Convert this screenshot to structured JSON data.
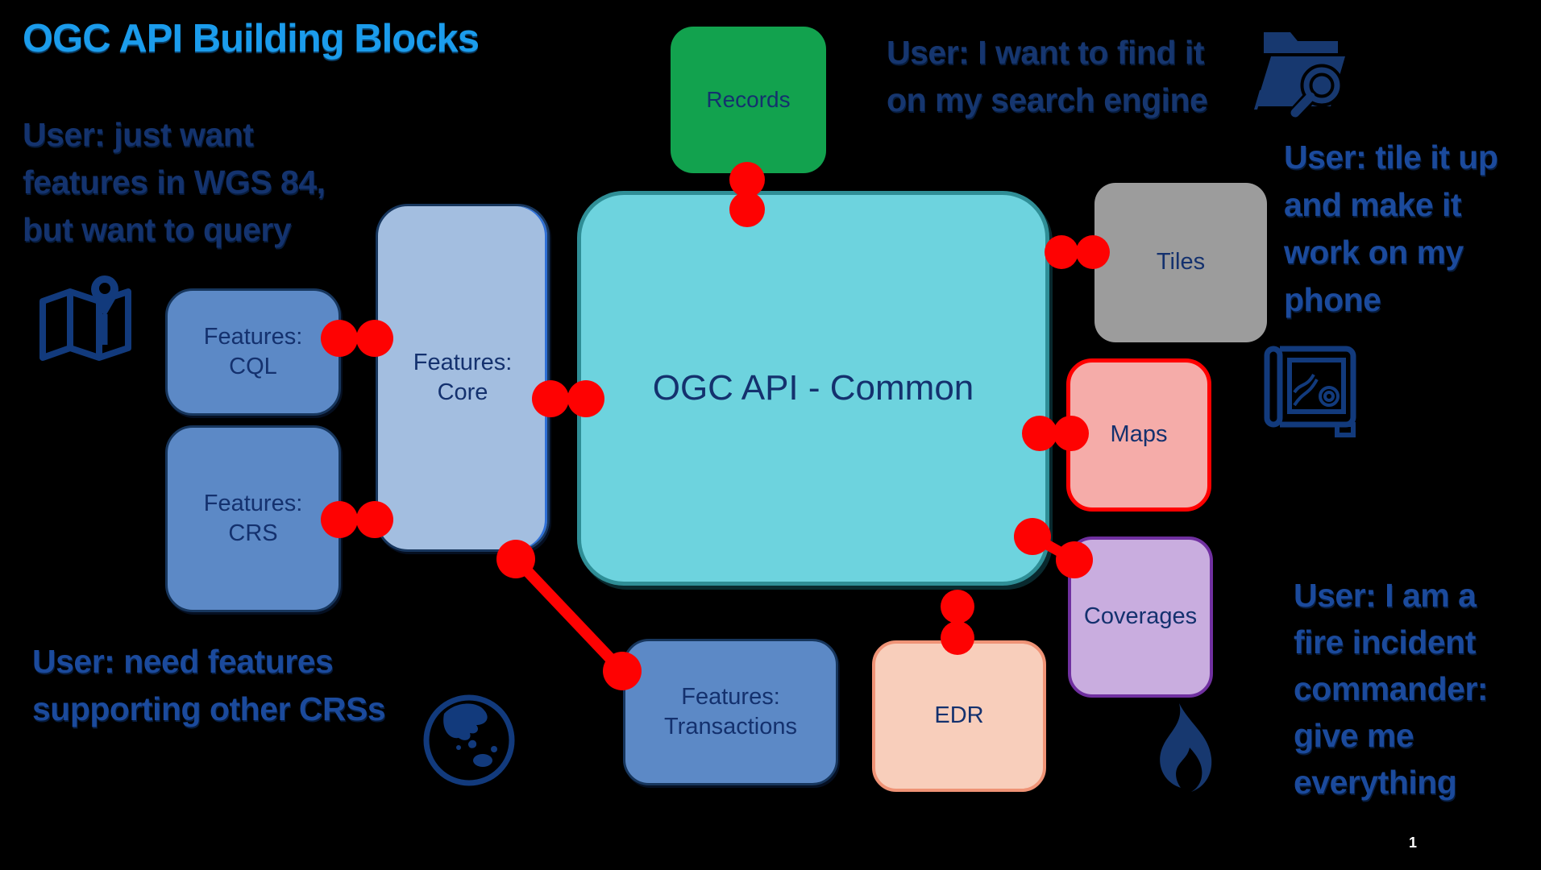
{
  "slide": {
    "title": "OGC API Building Blocks",
    "page_number": "1"
  },
  "colors": {
    "background": "#000000",
    "title_text": "#1B9CEC",
    "annotation_dark_navy": "#14336E",
    "annotation_blue": "#1B4A9C",
    "box_label_navy": "#14316E",
    "connector_red": "#FE0202",
    "common_fill": "#6DD3DE",
    "common_border": "#2F8E96",
    "records_fill": "#12A24E",
    "tiles_fill": "#9C9C9C",
    "maps_fill": "#F5ACA9",
    "maps_border": "#FF0000",
    "coverages_fill": "#C9ADDF",
    "coverages_border": "#7030A0",
    "edr_fill": "#F8CEBB",
    "edr_border": "#EF9376",
    "feature_box_fill": "#5C89C6",
    "feature_box_border": "#17365D",
    "features_core_fill": "#A3BEE0",
    "icon_navy": "#123A7C",
    "page_number_text": "#FFFFFF"
  },
  "blocks": {
    "common": {
      "label": "OGC API - Common"
    },
    "records": {
      "label": "Records"
    },
    "tiles": {
      "label": "Tiles"
    },
    "maps": {
      "label": "Maps"
    },
    "coverages": {
      "label": "Coverages"
    },
    "edr": {
      "label": "EDR"
    },
    "features_core": {
      "lines": [
        "Features:",
        "Core"
      ]
    },
    "features_cql": {
      "lines": [
        "Features:",
        "CQL"
      ]
    },
    "features_crs": {
      "lines": [
        "Features:",
        "CRS"
      ]
    },
    "features_transactions": {
      "lines": [
        "Features:",
        "Transactions"
      ]
    }
  },
  "annotations": {
    "wgs84": {
      "lines": [
        "User: just want",
        "features in WGS 84,",
        "but want to query"
      ]
    },
    "search_engine": {
      "lines": [
        "User: I want to find it",
        "on my search engine"
      ]
    },
    "tile_phone": {
      "lines": [
        "User: tile it up",
        "and make it",
        "work on my",
        "phone"
      ]
    },
    "other_crs": {
      "lines": [
        "User: need features",
        "supporting other CRSs"
      ]
    },
    "fire": {
      "lines": [
        "User: I am a",
        "fire incident",
        "commander:",
        "give me",
        "everything"
      ]
    }
  },
  "icons": {
    "map_pin": "folded-map-with-location-pin",
    "folder_search": "folder-with-magnifying-glass",
    "map_scroll": "rolled-map-with-contour-lines",
    "globe": "globe-asia-australia",
    "flame": "flame"
  }
}
